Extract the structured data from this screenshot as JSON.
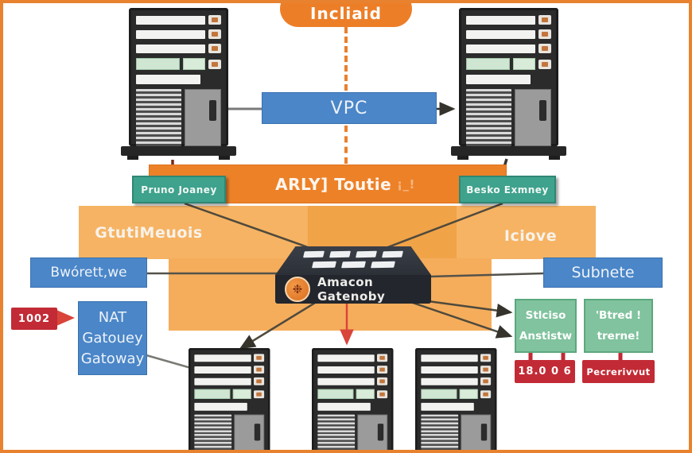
{
  "diagram": {
    "region_pill": "Incliaid",
    "vpc": "VPC",
    "router_bar": {
      "label": "ARLY] Toutie",
      "faint": "¡_!"
    },
    "gateway_left": "Pruno Joaney",
    "gateway_right": "Besko Exmney",
    "zone_left": "GtutiMeuois",
    "zone_right": "Iciove",
    "subnet_left": "Bwórett,we",
    "subnet_right": "Subnete",
    "core_switch": {
      "label": "Amacon Gatenoby",
      "logo_icon": "aws-logo-icon"
    },
    "nat_box": {
      "line1": "NAT",
      "line2": "Gatouey",
      "line3": "Gatoway"
    },
    "tag_left": "1002",
    "route_green_1": {
      "line1": "Stlciso",
      "line2": "Anstistw"
    },
    "route_green_2": {
      "line1": "'Btred !",
      "line2": "trerne!"
    },
    "ip_red_1": "18.0 0 6",
    "ip_red_2": "Pecrerivvut",
    "colors": {
      "frame_orange": "#E8822F",
      "orange": "#ED8128",
      "light_orange": "#F6B363",
      "mid_orange": "#F1A348",
      "blue": "#4A86C8",
      "teal": "#3EA28D",
      "green": "#80C39E",
      "red": "#C22B35",
      "wire": "#4B4840"
    }
  }
}
